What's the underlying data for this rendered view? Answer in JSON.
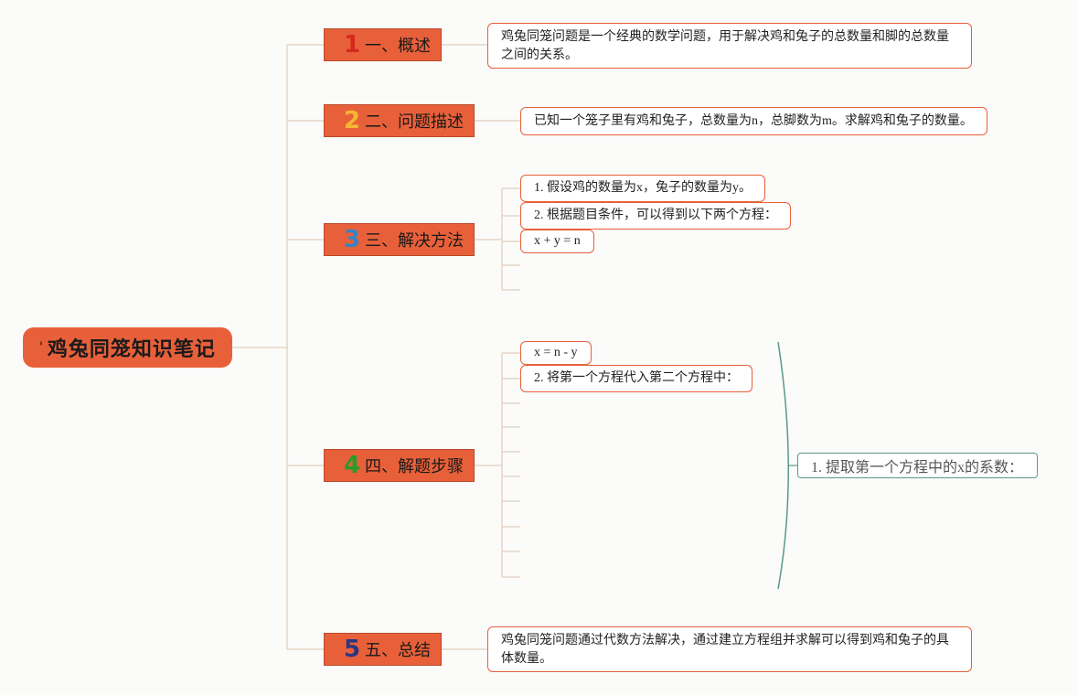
{
  "root": {
    "mark": "'",
    "title": "鸡兔同笼知识笔记"
  },
  "branches": [
    {
      "num": "1",
      "num_color": "#d42a1e",
      "label": "一、概述"
    },
    {
      "num": "2",
      "num_color": "#f5b731",
      "label": "二、问题描述"
    },
    {
      "num": "3",
      "num_color": "#3b82c4",
      "label": "三、解决方法"
    },
    {
      "num": "4",
      "num_color": "#2a9a2a",
      "label": "四、解题步骤"
    },
    {
      "num": "5",
      "num_color": "#2c3680",
      "label": "五、总结"
    }
  ],
  "notes": {
    "overview": "鸡兔同笼问题是一个经典的数学问题，用于解决鸡和兔子的总数量和脚的总数量之间的关系。",
    "problem": "已知一个笼子里有鸡和兔子，总数量为n，总脚数为m。求解鸡和兔子的数量。",
    "method": [
      "1. 假设鸡的数量为x，兔子的数量为y。",
      "2. 根据题目条件，可以得到以下两个方程：",
      "x + y = n"
    ],
    "steps": [
      "x = n - y",
      "2. 将第一个方程代入第二个方程中："
    ],
    "steps_side": "1. 提取第一个方程中的x的系数：",
    "summary": "鸡兔同笼问题通过代数方法解决，通过建立方程组并求解可以得到鸡和兔子的具体数量。"
  },
  "colors": {
    "accent": "#e8603a",
    "connector": "#e6d6c6",
    "teal": "#5a9a88"
  }
}
